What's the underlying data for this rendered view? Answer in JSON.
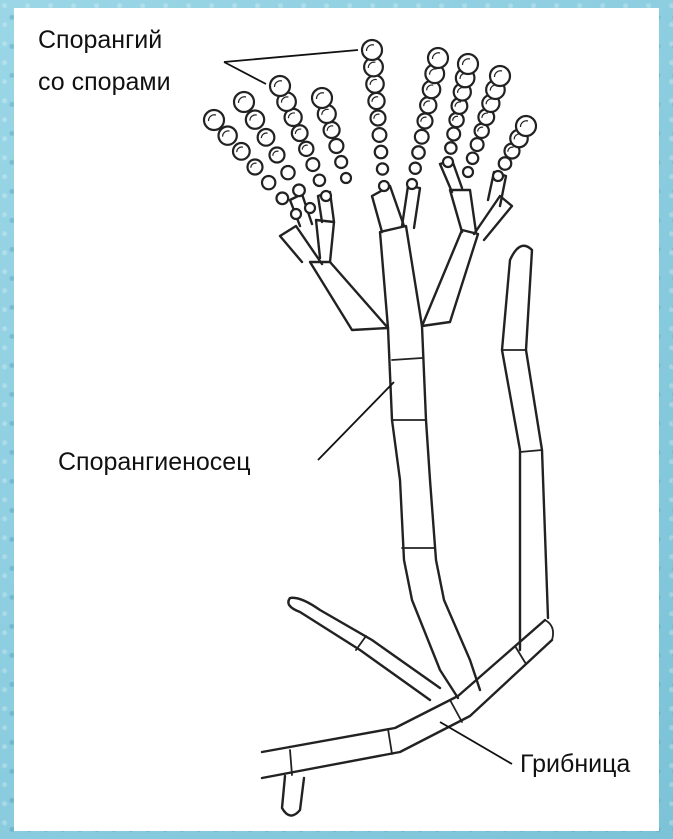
{
  "labels": {
    "sporangium_line1": "Спорангий",
    "sporangium_line2": "со спорами",
    "sporangiophore": "Спорангиеносец",
    "mycelium": "Грибница"
  },
  "colors": {
    "border": "#8fcfe0",
    "background": "#ffffff",
    "ink": "#222222"
  }
}
